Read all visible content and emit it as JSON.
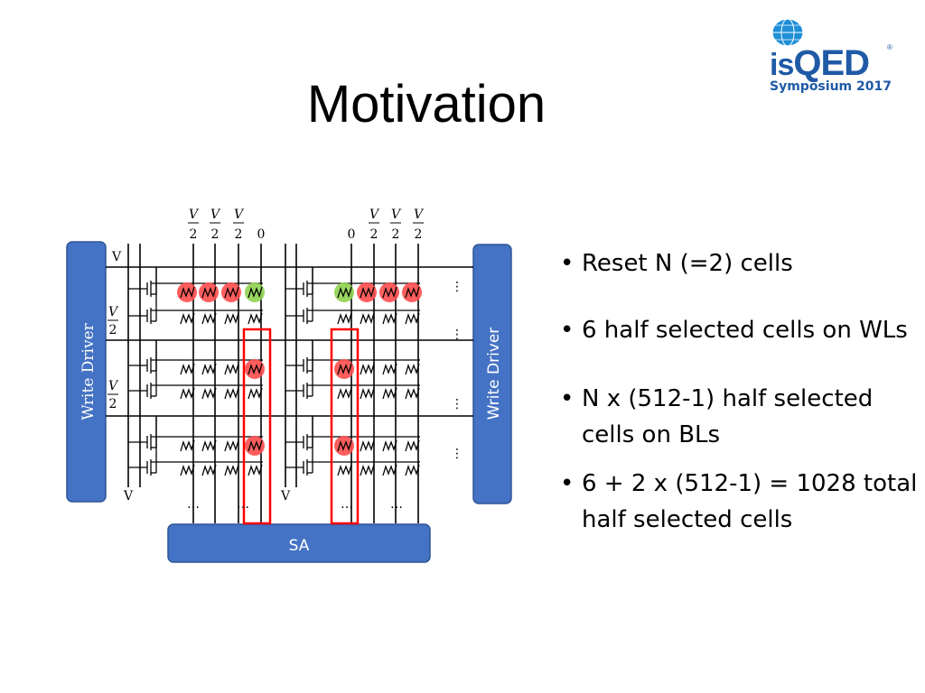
{
  "title": "Motivation",
  "logo": {
    "brand_small": "is",
    "brand_large": "QED",
    "registered": "®",
    "subtitle": "Symposium 2017",
    "color": "#1f5aa6",
    "icon": "globe-icon"
  },
  "diagram": {
    "left_driver": "Write Driver",
    "right_driver": "Write Driver",
    "sense_amp": "SA",
    "row_labels": [
      {
        "num": "",
        "den": "",
        "plain": "V"
      },
      {
        "num": "V",
        "den": "2",
        "plain": ""
      },
      {
        "num": "V",
        "den": "2",
        "plain": ""
      }
    ],
    "bottom_left_labels": [
      "V",
      "V"
    ],
    "left_block_bl_labels": [
      {
        "num": "V",
        "den": "2"
      },
      {
        "num": "V",
        "den": "2"
      },
      {
        "num": "V",
        "den": "2"
      },
      {
        "plain": "0"
      }
    ],
    "right_block_bl_labels": [
      {
        "plain": "0"
      },
      {
        "num": "V",
        "den": "2"
      },
      {
        "num": "V",
        "den": "2"
      },
      {
        "num": "V",
        "den": "2"
      }
    ],
    "ellipsis": "…",
    "vertical_ellipsis": "⋮",
    "colors": {
      "driver_fill": "#4472c4",
      "half_selected": "#ff4d4d",
      "selected": "#8fd14f",
      "highlight_box": "#ff0000"
    }
  },
  "bullets": [
    "Reset N (=2) cells",
    "6 half selected cells on WLs",
    "N x (512-1) half selected",
    "cells on BLs",
    "6 + 2 x (512-1) =  1028 total",
    "half selected cells"
  ]
}
